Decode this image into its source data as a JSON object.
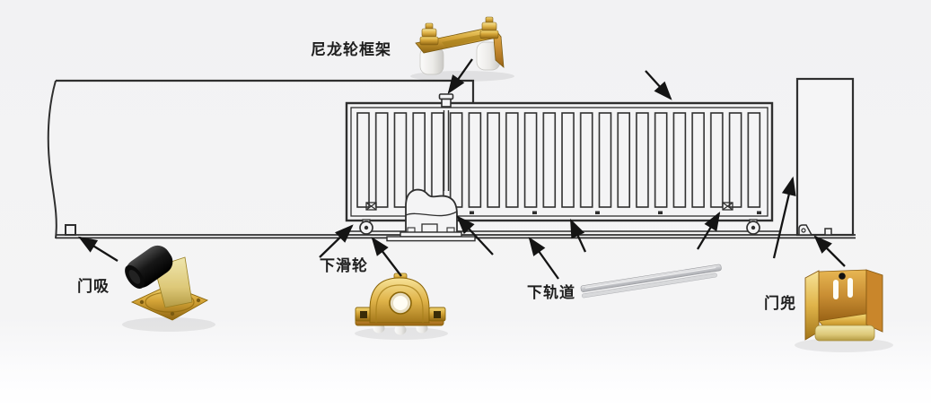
{
  "labels": {
    "nylon_wheel_frame": "尼龙轮框架",
    "door_stopper": "门吸",
    "bottom_roller": "下滑轮",
    "bottom_track": "下轨道",
    "door_pocket": "门兜"
  },
  "colors": {
    "background": "#f3f3f4",
    "line_art": "#2f2f2f",
    "arrow": "#141414",
    "brass_gold": "#d2a437",
    "brass_dark": "#8f6512",
    "orange_brass": "#c98e33",
    "nylon_white": "#f2f1ee",
    "rubber_black": "#1a1a1a",
    "steel_silver": "#c9cacd",
    "label_text": "#1e1e1e"
  }
}
